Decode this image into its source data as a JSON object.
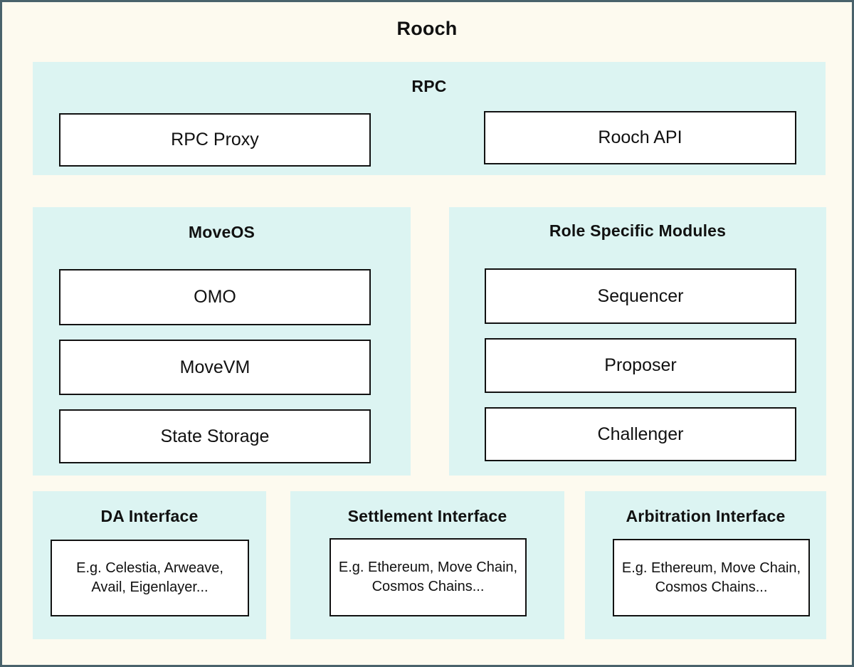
{
  "diagram": {
    "title": "Rooch",
    "type": "layered-architecture",
    "colors": {
      "canvas_background": "#fdfaef",
      "canvas_border": "#49626b",
      "group_background": "#dcf4f2",
      "leaf_background": "#ffffff",
      "leaf_border": "#121212",
      "text": "#111111"
    }
  },
  "groups": {
    "rpc": {
      "title": "RPC",
      "items": [
        {
          "label": "RPC Proxy"
        },
        {
          "label": "Rooch API"
        }
      ]
    },
    "moveos": {
      "title": "MoveOS",
      "items": [
        {
          "label": "OMO"
        },
        {
          "label": "MoveVM"
        },
        {
          "label": "State Storage"
        }
      ]
    },
    "roles": {
      "title": "Role Specific Modules",
      "items": [
        {
          "label": "Sequencer"
        },
        {
          "label": "Proposer"
        },
        {
          "label": "Challenger"
        }
      ]
    },
    "da_interface": {
      "title": "DA Interface",
      "items": [
        {
          "label": "E.g. Celestia, Arweave, Avail, Eigenlayer..."
        }
      ]
    },
    "settlement_interface": {
      "title": "Settlement Interface",
      "items": [
        {
          "label": "E.g. Ethereum, Move Chain, Cosmos Chains..."
        }
      ]
    },
    "arbitration_interface": {
      "title": "Arbitration Interface",
      "items": [
        {
          "label": "E.g. Ethereum, Move Chain, Cosmos Chains..."
        }
      ]
    }
  }
}
